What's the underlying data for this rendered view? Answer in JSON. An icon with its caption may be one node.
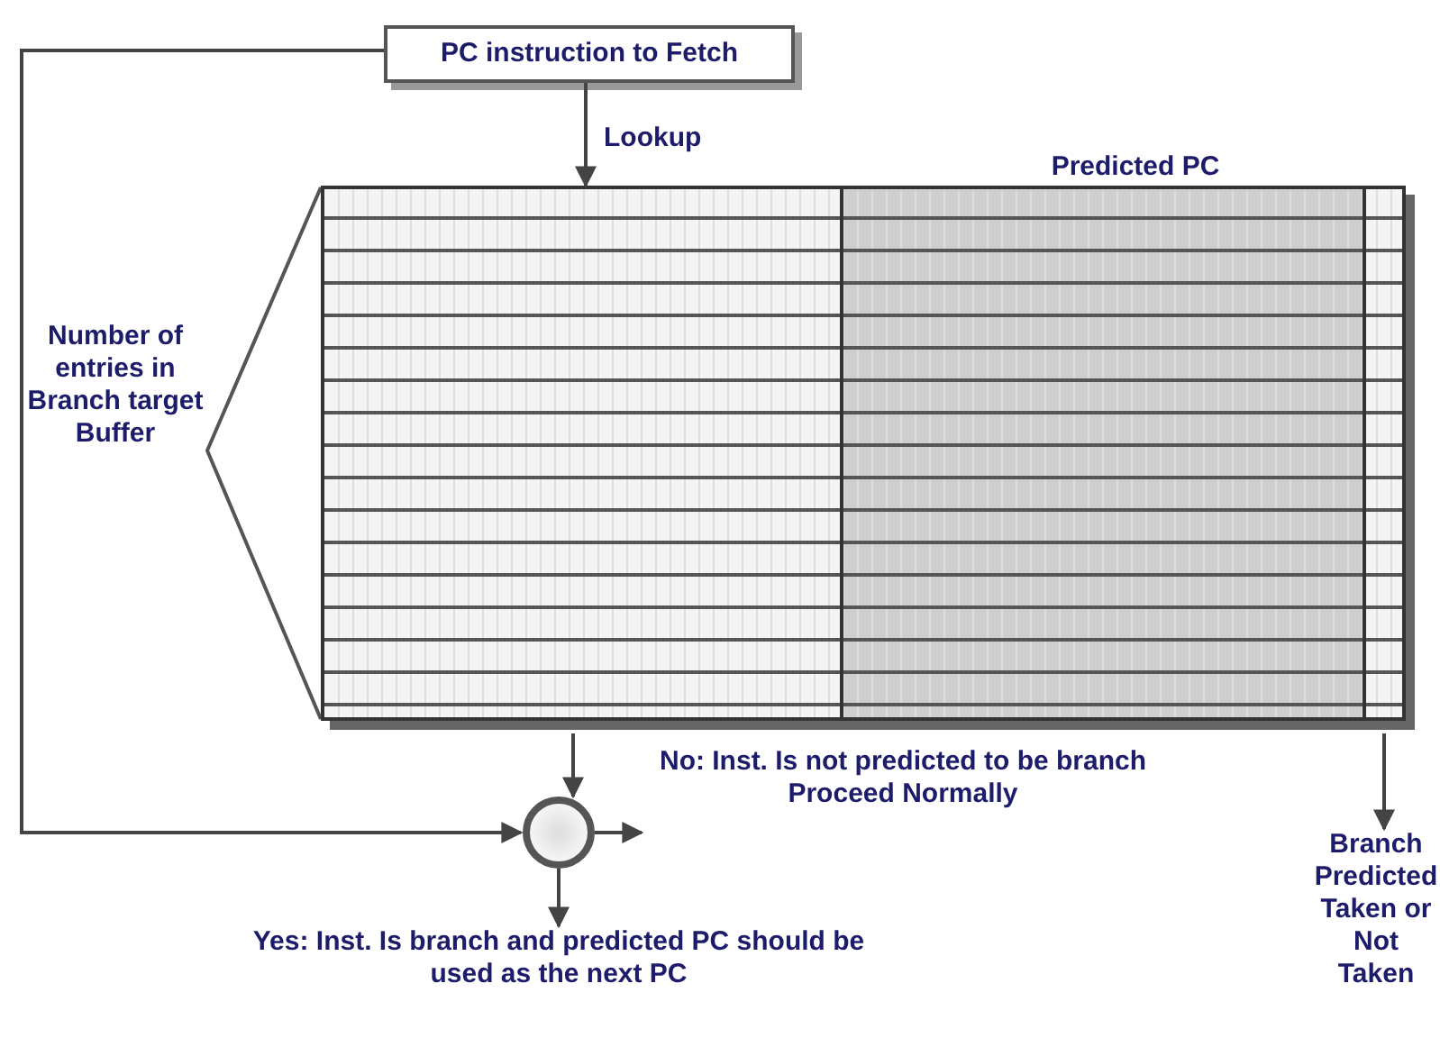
{
  "diagram": {
    "nodes": [
      {
        "text": [
          "PC instruction to Fetch"
        ]
      },
      {
        "text": [],
        "shape": "box"
      },
      {
        "text": [],
        "shape": "circle"
      },
      {
        "text": [
          "No: Inst. Is not predicted to be branch Proceed Normally"
        ]
      },
      {
        "text": [
          "Yes: Inst. Is branch and predicted PC should be used as the next PC"
        ]
      },
      {
        "text": [
          "Branch Predicted Taken or Not Taken"
        ]
      }
    ],
    "edges": [
      {
        "from": 0,
        "to": 1,
        "arrow": "to",
        "label": "Lookup"
      },
      {
        "from": 1,
        "to": 2,
        "arrow": "to"
      },
      {
        "from": 0,
        "to": 2,
        "arrow": "to"
      },
      {
        "from": 2,
        "to": 3,
        "arrow": "to"
      },
      {
        "from": 2,
        "to": 4,
        "arrow": "to"
      },
      {
        "from": 1,
        "to": 5,
        "arrow": "to"
      }
    ],
    "labels": [
      "Predicted PC",
      "Number of entries in Branch target Buffer"
    ]
  }
}
